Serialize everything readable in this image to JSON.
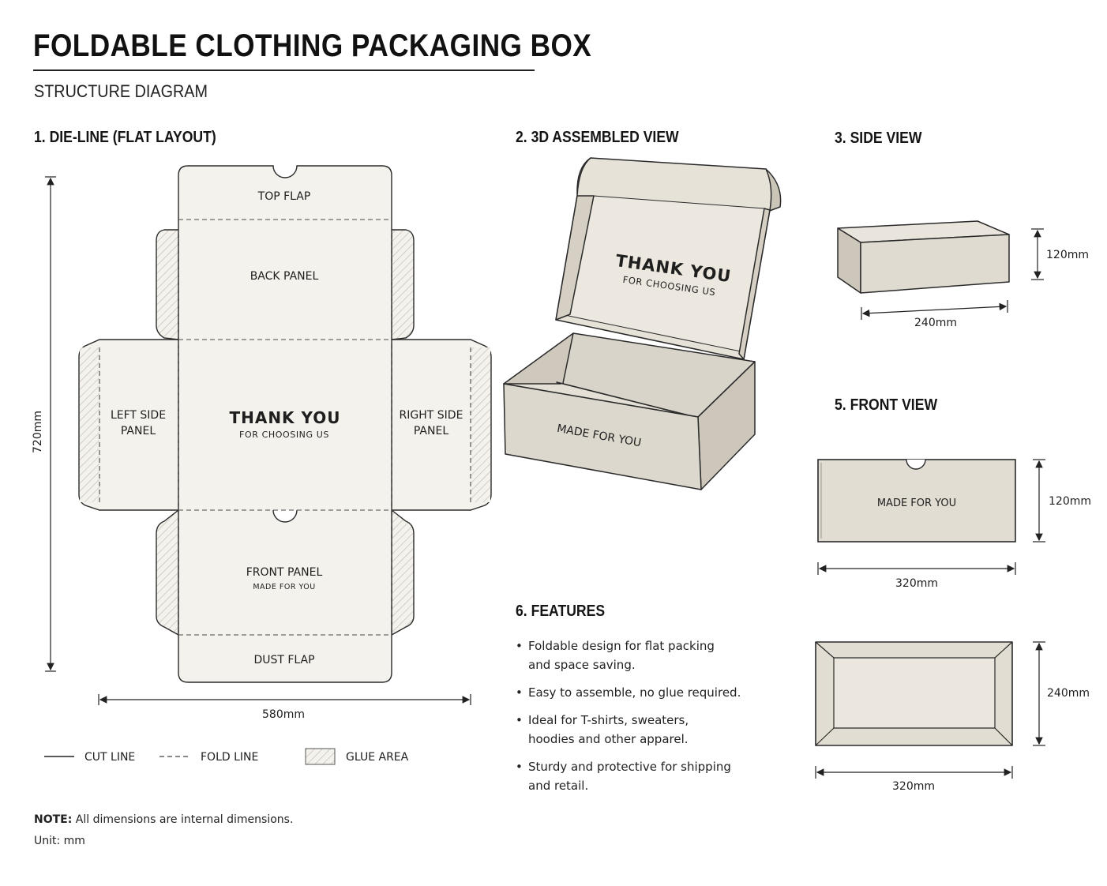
{
  "header": {
    "title": "FOLDABLE CLOTHING PACKAGING BOX",
    "subtitle": "STRUCTURE DIAGRAM"
  },
  "sections": {
    "die_line": "1. DIE-LINE (FLAT LAYOUT)",
    "assembled": "2. 3D ASSEMBLED VIEW",
    "side_view": "3. SIDE VIEW",
    "front_view": "5. FRONT VIEW",
    "features": "6. FEATURES"
  },
  "die_line": {
    "top_flap": "TOP FLAP",
    "back_panel": "BACK PANEL",
    "left_side_line1": "LEFT SIDE",
    "left_side_line2": "PANEL",
    "right_side_line1": "RIGHT SIDE",
    "right_side_line2": "PANEL",
    "center_title": "THANK YOU",
    "center_sub": "FOR CHOOSING US",
    "front_panel": "FRONT PANEL",
    "front_sub": "MADE FOR YOU",
    "dust_flap": "DUST FLAP",
    "height_dim": "720mm",
    "width_dim": "580mm"
  },
  "legend": {
    "cut": "CUT LINE",
    "fold": "FOLD LINE",
    "glue": "GLUE AREA"
  },
  "assembled": {
    "lid_title": "THANK YOU",
    "lid_sub": "FOR CHOOSING US",
    "front_text": "MADE FOR YOU"
  },
  "side_view": {
    "height": "120mm",
    "length": "240mm"
  },
  "front_view": {
    "text": "MADE FOR YOU",
    "height": "120mm",
    "width": "320mm"
  },
  "top_view": {
    "depth": "240mm",
    "width": "320mm"
  },
  "features": [
    [
      "Foldable design for flat packing",
      "and space saving."
    ],
    [
      "Easy to assemble, no glue required."
    ],
    [
      "Ideal for T-shirts, sweaters,",
      "hoodies and other apparel."
    ],
    [
      "Sturdy and protective for shipping",
      "and retail."
    ]
  ],
  "note": {
    "label": "NOTE:",
    "text": " All dimensions are internal dimensions.",
    "unit": "Unit: mm"
  },
  "colors": {
    "board_light": "#f4f2ec",
    "board_tan": "#e2ddd2",
    "board_inner": "#d4cfc4",
    "line": "#2a2a2a"
  }
}
